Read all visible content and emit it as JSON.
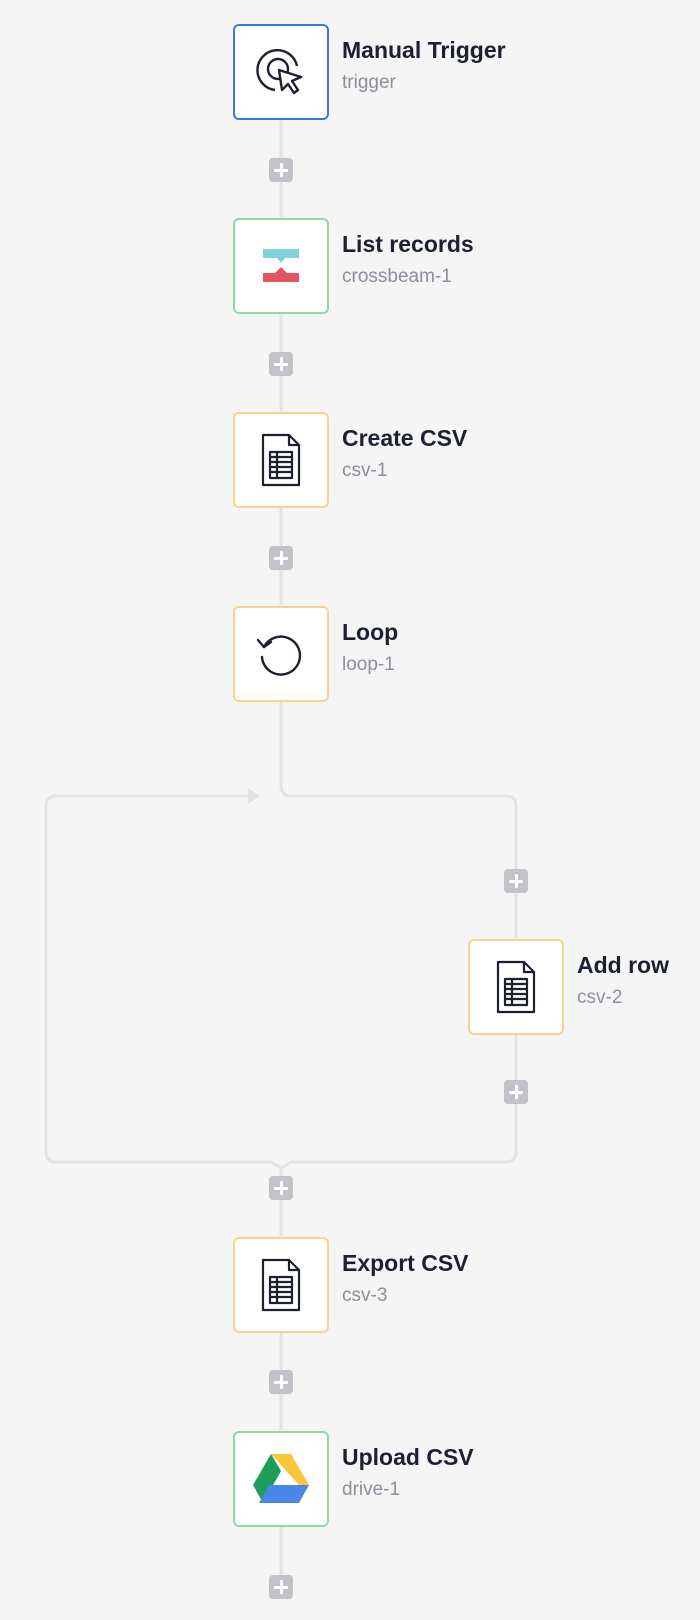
{
  "workflow": {
    "steps": [
      {
        "title": "Manual Trigger",
        "subtitle": "trigger",
        "icon": "cursor-click-icon"
      },
      {
        "title": "List records",
        "subtitle": "crossbeam-1",
        "icon": "crossbeam-logo-icon"
      },
      {
        "title": "Create CSV",
        "subtitle": "csv-1",
        "icon": "spreadsheet-file-icon"
      },
      {
        "title": "Loop",
        "subtitle": "loop-1",
        "icon": "loop-arrow-icon"
      },
      {
        "title": "Add row",
        "subtitle": "csv-2",
        "icon": "spreadsheet-file-icon"
      },
      {
        "title": "Export CSV",
        "subtitle": "csv-3",
        "icon": "spreadsheet-file-icon"
      },
      {
        "title": "Upload CSV",
        "subtitle": "drive-1",
        "icon": "google-drive-icon"
      }
    ]
  },
  "colors": {
    "background": "#f5f5f5",
    "trigger_border": "#3a78d6",
    "app_border": "#8ed9a8",
    "utility_border": "#f5d58e",
    "connector": "#e3e3e3",
    "add_button": "#c2c2c8",
    "title_text": "#1c2030",
    "subtitle_text": "#8b8f9c"
  }
}
